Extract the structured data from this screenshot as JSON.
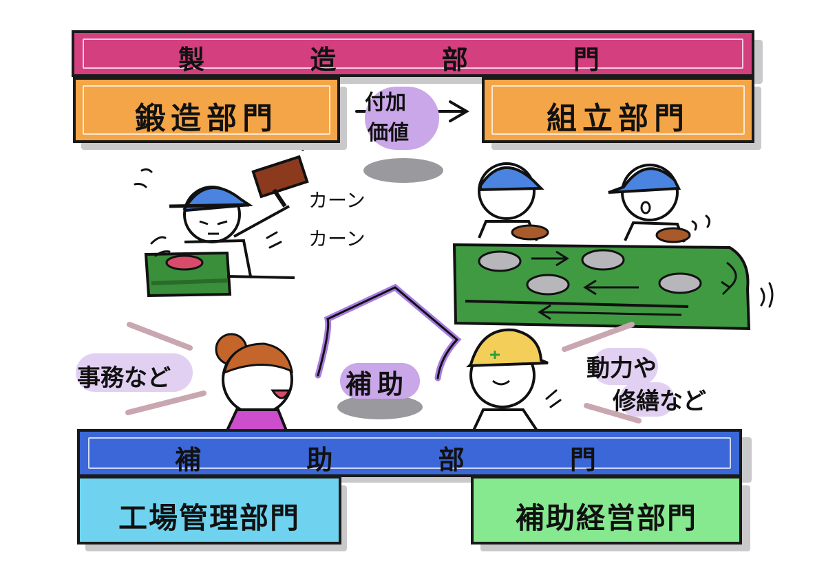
{
  "manufacturing": {
    "title": "製 造 部 門",
    "forging": "鍛造部門",
    "assembly": "組立部門",
    "value_added": [
      "付加",
      "価値"
    ],
    "sound": [
      "カーン",
      "カーン"
    ],
    "colors": {
      "banner": "#d43f7f",
      "sub": "#f4a547"
    }
  },
  "support": {
    "title": "補 助 部 門",
    "factory_mgmt": "工場管理部門",
    "support_mgmt": "補助経営部門",
    "center_label": "補助",
    "left_note": "事務など",
    "right_note": [
      "動力や",
      "修繕など"
    ],
    "colors": {
      "banner": "#3b67d8",
      "left": "#6fd3ef",
      "right": "#86e88f"
    }
  },
  "accent": {
    "highlight": "#c9a7e8",
    "roof": "#a77be0"
  }
}
